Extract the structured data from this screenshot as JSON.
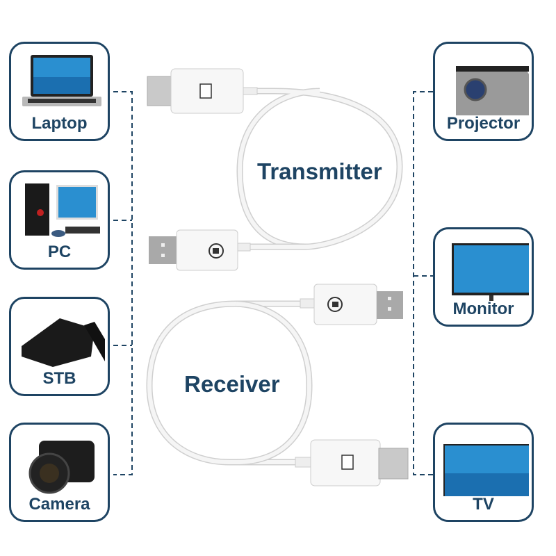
{
  "left_devices": [
    {
      "name": "laptop",
      "label": "Laptop"
    },
    {
      "name": "pc",
      "label": "PC"
    },
    {
      "name": "stb",
      "label": "STB"
    },
    {
      "name": "camera",
      "label": "Camera"
    }
  ],
  "right_devices": [
    {
      "name": "projector",
      "label": "Projector"
    },
    {
      "name": "monitor",
      "label": "Monitor"
    },
    {
      "name": "tv",
      "label": "TV"
    }
  ],
  "transmitter": {
    "label": "Transmitter"
  },
  "receiver": {
    "label": "Receiver"
  },
  "colors": {
    "accent": "#1e4463",
    "cable": "#f2f2f2",
    "cable_edge": "#cfcfcf",
    "connector_metal": "#bdbdbd"
  }
}
